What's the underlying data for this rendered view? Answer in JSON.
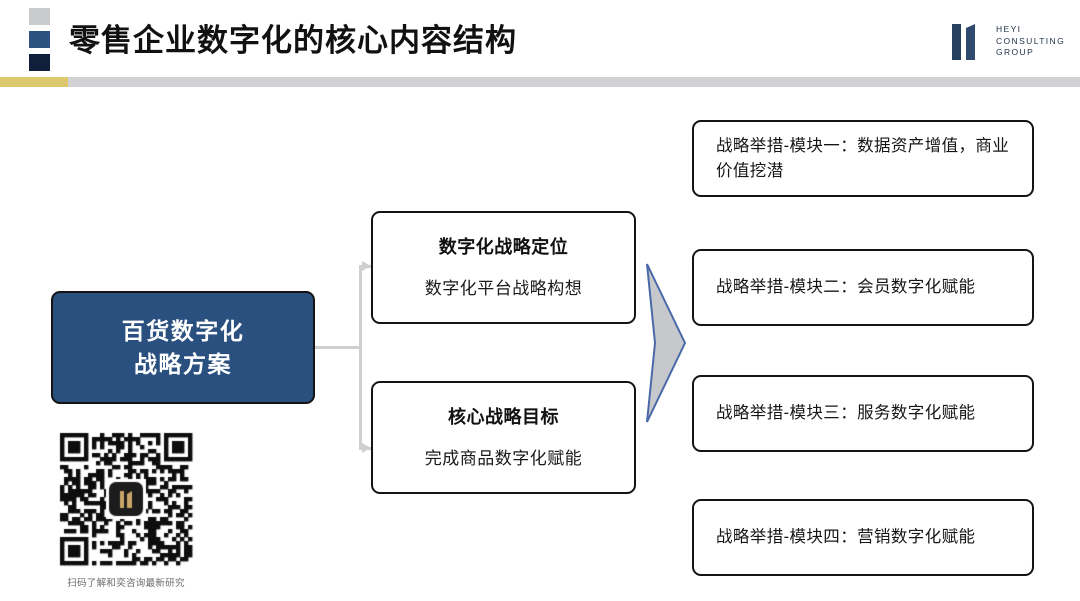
{
  "header": {
    "title": "零售企业数字化的核心内容结构",
    "accent_color": "#dcc96e",
    "divider_color": "#d2d2d4",
    "marks": [
      {
        "name": "mark-light",
        "color": "#c9cbcd"
      },
      {
        "name": "mark-blue",
        "color": "#2d5180"
      },
      {
        "name": "mark-navy",
        "color": "#101f3c"
      }
    ]
  },
  "logo": {
    "line1": "HEYI",
    "line2": "CONSULTING",
    "line3": "GROUP",
    "color": "#22334e"
  },
  "diagram": {
    "root": {
      "line1": "百货数字化",
      "line2": "战略方案",
      "fill": "#29507f",
      "text_color": "#ffffff"
    },
    "middle": [
      {
        "title": "数字化战略定位",
        "subtitle": "数字化平台战略构想"
      },
      {
        "title": "核心战略目标",
        "subtitle": "完成商品数字化赋能"
      }
    ],
    "leaves": [
      {
        "text": "战略举措-模块一：数据资产增值，商业价值挖潜"
      },
      {
        "text": "战略举措-模块二：会员数字化赋能"
      },
      {
        "text": "战略举措-模块三：服务数字化赋能"
      },
      {
        "text": "战略举措-模块四：营销数字化赋能"
      }
    ],
    "chevron": {
      "fill": "#c7c8cc",
      "stroke": "#4a69a8"
    },
    "connector_color": "#cfcfcf"
  },
  "qr": {
    "caption": "扫码了解和奕咨询最新研究",
    "logo_color": "#c9a567"
  }
}
